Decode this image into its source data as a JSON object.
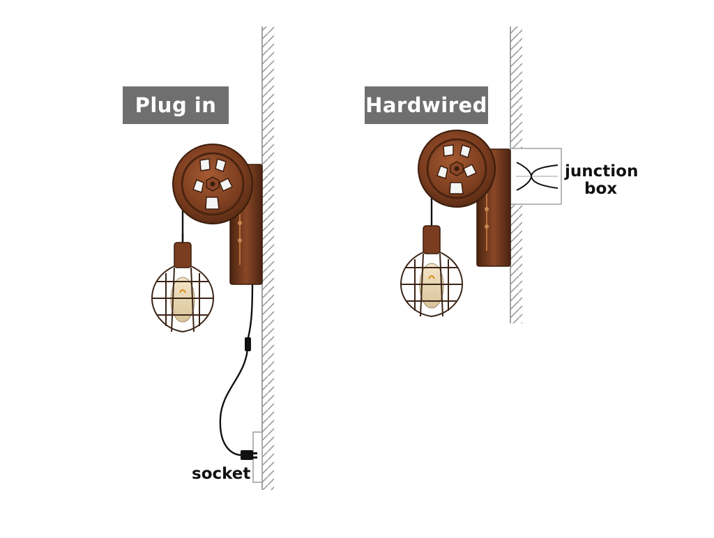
{
  "labels": {
    "plug_in": "Plug in",
    "hardwired": "Hardwired",
    "socket": "socket",
    "junction": "junction",
    "box": "box"
  },
  "icons": {
    "pulley": "pulley-wheel-icon",
    "lamp": "cage-pendant-lamp-icon",
    "wall": "hatched-wall-icon",
    "switch": "inline-switch-icon",
    "plug": "wall-plug-icon",
    "junction": "junction-box-icon"
  },
  "colors": {
    "badge_bg": "#6f6f6f",
    "badge_text": "#ffffff",
    "rust_dark": "#4a2410",
    "rust": "#7b3d1f",
    "rust_light": "#a55a32",
    "cage": "#3b2416",
    "cord": "#111111",
    "wall_hatch": "#9a9a9a"
  }
}
